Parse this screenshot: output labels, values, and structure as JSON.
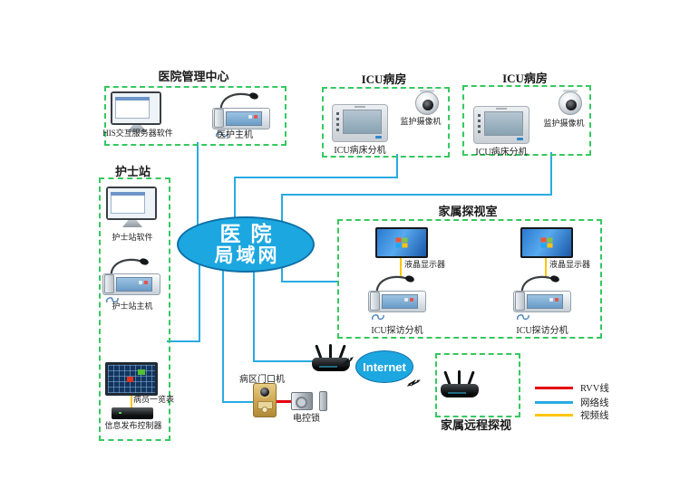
{
  "management_center": {
    "title": "医院管理中心",
    "server_label": "HIS交互服务器软件",
    "host_label": "医护主机"
  },
  "icu_rooms": [
    {
      "title": "ICU病房",
      "extension_label": "ICU病床分机",
      "camera_label": "监护摄像机"
    },
    {
      "title": "ICU病房",
      "extension_label": "ICU病床分机",
      "camera_label": "监护摄像机"
    }
  ],
  "nurse_station": {
    "title": "护士站",
    "software_label": "护士站软件",
    "host_label": "护士站主机",
    "patient_board_label": "病员一览表",
    "controller_label": "信息发布控制器"
  },
  "lan_cloud": {
    "line1": "医院",
    "line2": "局域网"
  },
  "visiting_room": {
    "title": "家属探视室",
    "stations": [
      {
        "monitor_label": "液晶显示器",
        "extension_label": "ICU探访分机"
      },
      {
        "monitor_label": "液晶显示器",
        "extension_label": "ICU探访分机"
      }
    ]
  },
  "entrance": {
    "door_label": "病区门口机",
    "lock_label": "电控锁"
  },
  "internet": {
    "label": "Internet"
  },
  "remote_room": {
    "title": "家属远程探视"
  },
  "legend": {
    "items": [
      {
        "label": "RVV线",
        "color": "#e60012"
      },
      {
        "label": "网络线",
        "color": "#29abe2"
      },
      {
        "label": "视频线",
        "color": "#ffc600"
      }
    ]
  },
  "colors": {
    "network_line": "#29abe2",
    "rvv_line": "#e60012",
    "video_line": "#ffc600",
    "box_border": "#35c860",
    "cloud_fill": "#1da7e0"
  }
}
